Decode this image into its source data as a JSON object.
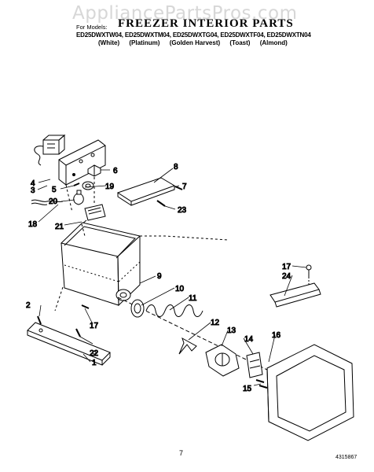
{
  "watermark": "AppliancePartsPros.com",
  "title": "FREEZER INTERIOR PARTS",
  "models_label": "For Models:",
  "models": "ED25DWXTW04, ED25DWXTM04, ED25DWXTG04, ED25DWXTF04, ED25DWXTN04",
  "colors": [
    "(White)",
    "(Platinum)",
    "(Golden Harvest)",
    "(Toast)",
    "(Almond)"
  ],
  "callouts": {
    "c1": "1",
    "c2": "2",
    "c3": "3",
    "c4": "4",
    "c5": "5",
    "c6": "6",
    "c7": "7",
    "c8": "8",
    "c9": "9",
    "c10": "10",
    "c11": "11",
    "c12": "12",
    "c13": "13",
    "c14": "14",
    "c15": "15",
    "c16": "16",
    "c17a": "17",
    "c17b": "17",
    "c18": "18",
    "c19": "19",
    "c20": "20",
    "c21": "21",
    "c22": "22",
    "c23": "23",
    "c24": "24"
  },
  "page_number": "7",
  "doc_number": "4315867"
}
